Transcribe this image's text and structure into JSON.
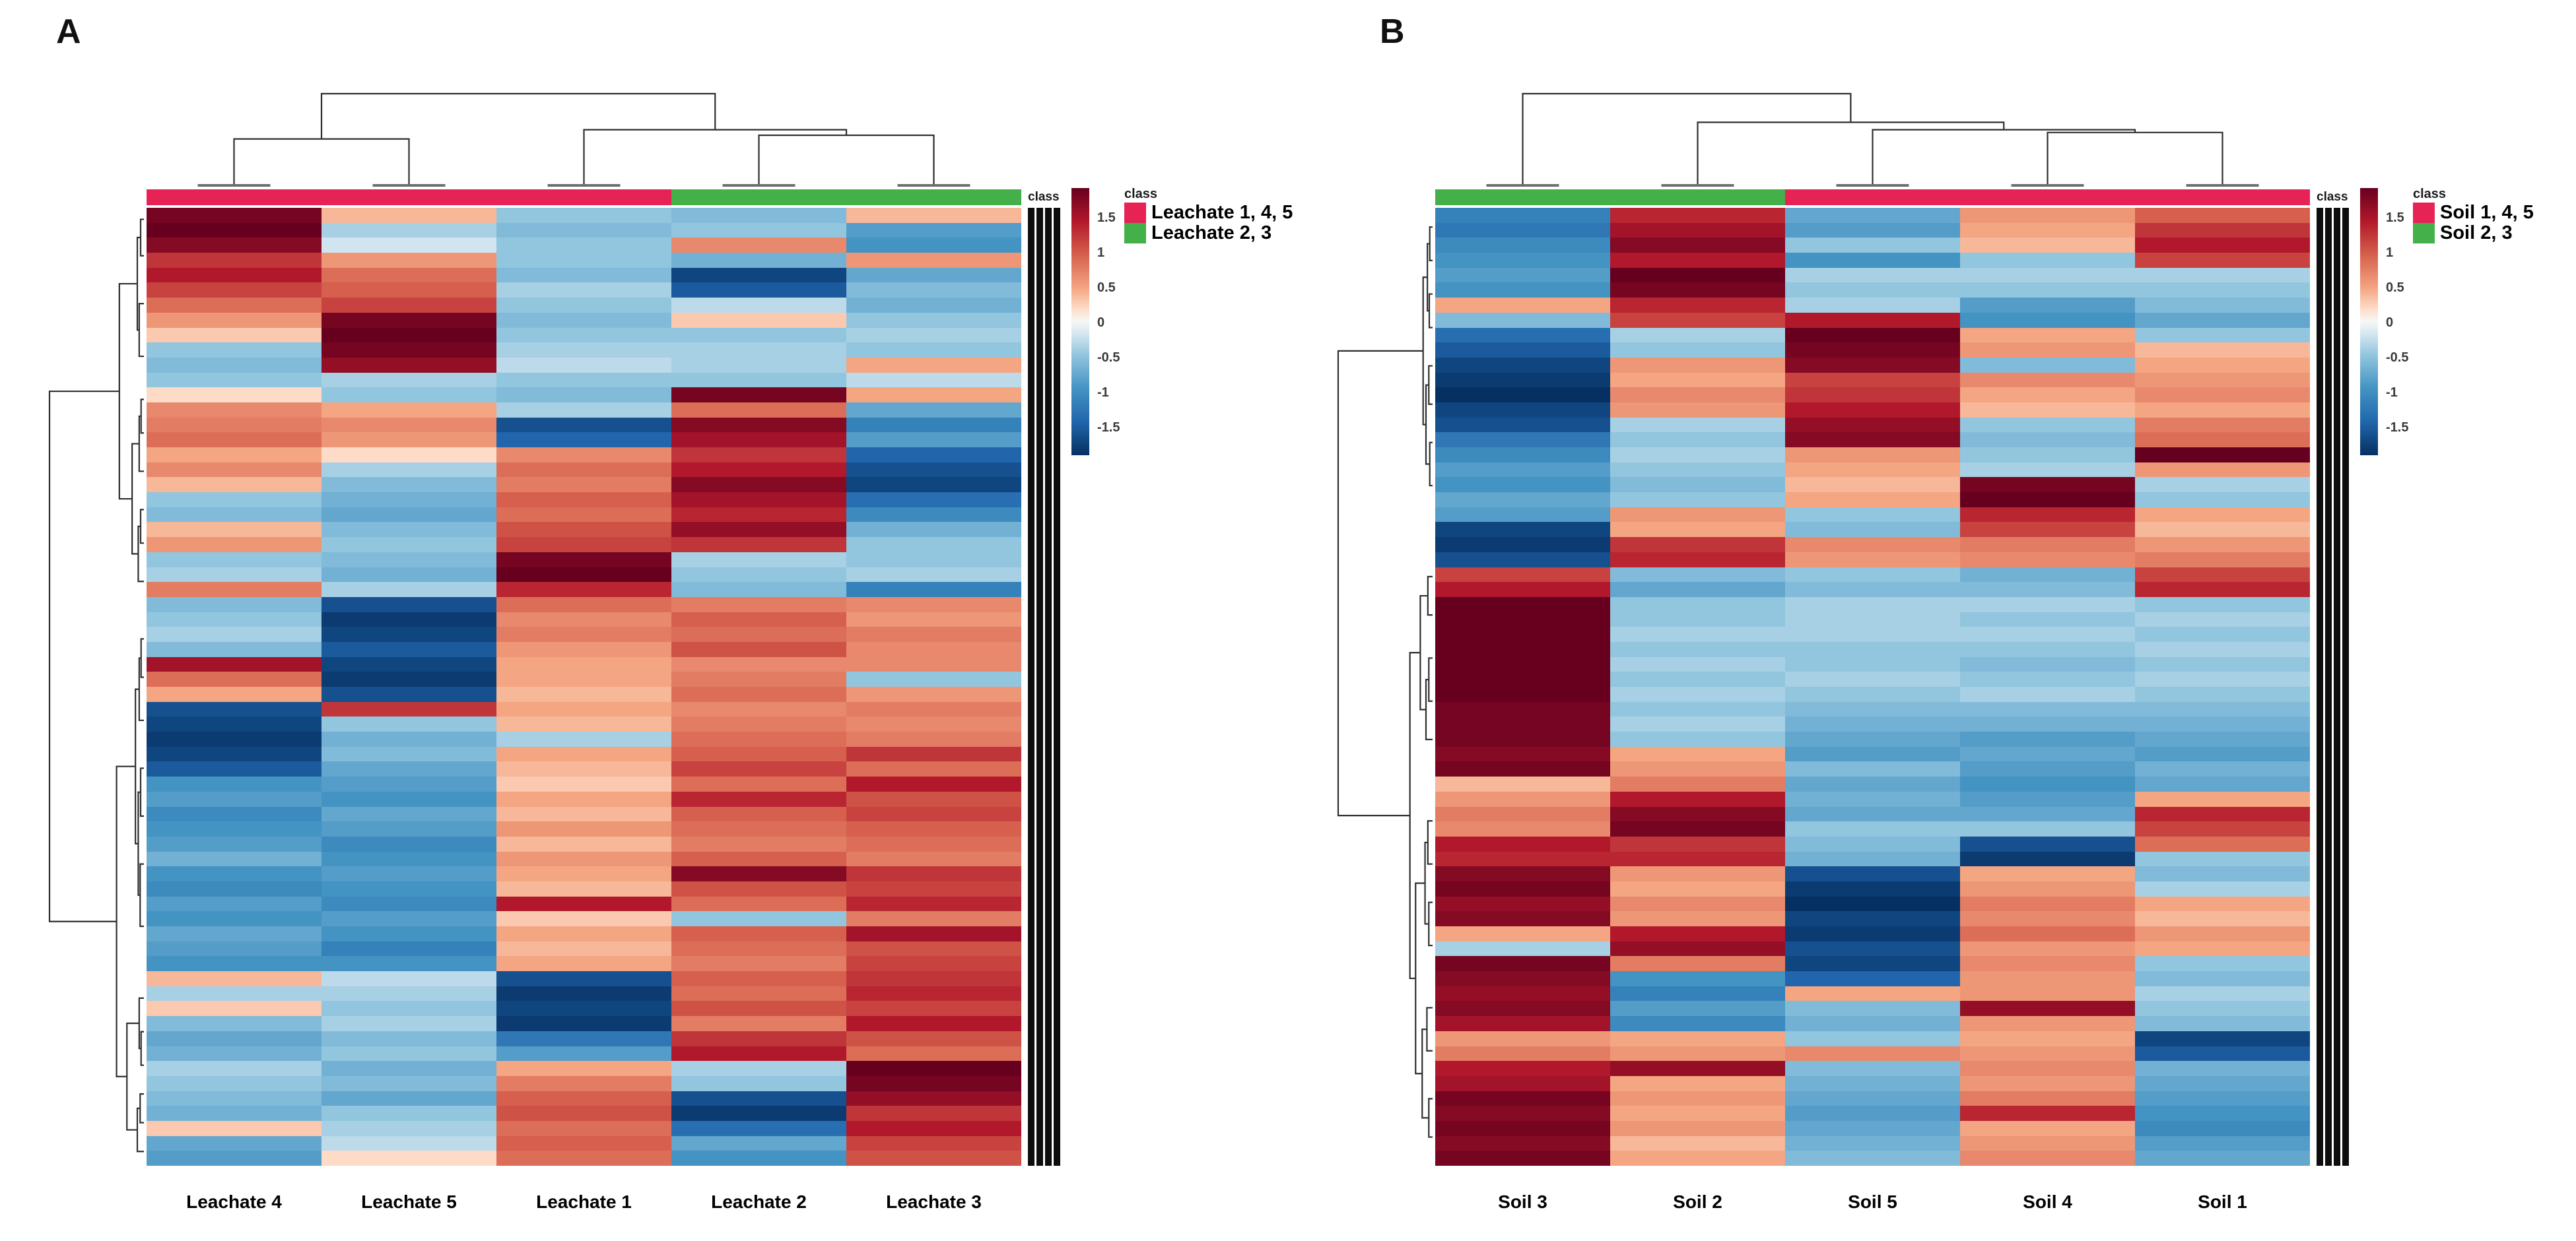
{
  "colors": {
    "class_red": "#e72355",
    "class_green": "#43b049",
    "heat_scale": [
      [
        -2,
        "#053061"
      ],
      [
        -1.5,
        "#2166ac"
      ],
      [
        -1,
        "#4393c3"
      ],
      [
        -0.5,
        "#92c5de"
      ],
      [
        -0.2,
        "#d1e5f0"
      ],
      [
        0,
        "#f7f7f7"
      ],
      [
        0.2,
        "#fddbc7"
      ],
      [
        0.5,
        "#f4a582"
      ],
      [
        1,
        "#d6604d"
      ],
      [
        1.5,
        "#b2182b"
      ],
      [
        2,
        "#67001f"
      ]
    ]
  },
  "scale_ticks": [
    {
      "label": "1.5",
      "value": 1.5
    },
    {
      "label": "1",
      "value": 1
    },
    {
      "label": "0.5",
      "value": 0.5
    },
    {
      "label": "0",
      "value": 0
    },
    {
      "label": "-0.5",
      "value": -0.5
    },
    {
      "label": "-1",
      "value": -1
    },
    {
      "label": "-1.5",
      "value": -1.5
    }
  ],
  "chart_data": [
    {
      "type": "heatmap",
      "panel_label": "A",
      "columns": [
        "Leachate 4",
        "Leachate 5",
        "Leachate 1",
        "Leachate 2",
        "Leachate 3"
      ],
      "annotation_label": "class",
      "legend_title": "class",
      "legend": [
        {
          "class_key": "class_red",
          "label": "Leachate 1, 4, 5"
        },
        {
          "class_key": "class_green",
          "label": "Leachate 2, 3"
        }
      ],
      "class_bar": [
        {
          "class_key": "class_red",
          "cols": 3
        },
        {
          "class_key": "class_green",
          "cols": 2
        }
      ],
      "zlim": [
        -2,
        2
      ],
      "col_dendrogram": [
        1,
        [
          0.51,
          0.1,
          0.3
        ],
        [
          0.61,
          0.5,
          [
            0.55,
            0.7,
            0.9
          ]
        ]
      ],
      "row_dendrogram": [
        1,
        [
          0.26,
          [
            0.07,
            [
              0.035,
              0.012,
              0.05
            ],
            [
              0.05,
              0.1,
              0.155
            ]
          ],
          [
            0.125,
            [
              0.05,
              [
                0.03,
                0.2,
                0.235
              ],
              0.275
            ],
            [
              0.06,
              [
                0.035,
                0.315,
                0.35
              ],
              0.39
            ]
          ]
        ],
        [
          0.29,
          [
            0.09,
            [
              0.05,
              [
                0.03,
                0.45,
                0.49
              ],
              0.535
            ],
            [
              0.06,
              [
                0.035,
                0.585,
                0.635
              ],
              [
                0.04,
                0.685,
                0.75
              ]
            ]
          ],
          [
            0.18,
            [
              0.05,
              0.825,
              [
                0.03,
                0.86,
                0.895
              ]
            ],
            [
              0.07,
              [
                0.04,
                0.925,
                0.955
              ],
              0.985
            ]
          ]
        ]
      ],
      "values": [
        [
          1.9,
          0.4,
          -0.5,
          -0.6,
          0.4
        ],
        [
          2.0,
          -0.4,
          -0.6,
          -0.5,
          -0.9
        ],
        [
          1.8,
          -0.2,
          -0.5,
          0.7,
          -1.0
        ],
        [
          1.3,
          0.6,
          -0.5,
          -0.7,
          0.6
        ],
        [
          1.5,
          0.9,
          -0.6,
          -1.8,
          -0.8
        ],
        [
          1.2,
          1.0,
          -0.4,
          -1.6,
          -0.6
        ],
        [
          0.9,
          1.2,
          -0.5,
          -0.3,
          -0.7
        ],
        [
          0.6,
          1.9,
          -0.6,
          0.3,
          -0.5
        ],
        [
          0.3,
          2.0,
          -0.5,
          -0.5,
          -0.4
        ],
        [
          -0.5,
          1.9,
          -0.4,
          -0.4,
          -0.5
        ],
        [
          -0.6,
          1.7,
          -0.3,
          -0.4,
          0.5
        ],
        [
          -0.5,
          -0.4,
          -0.5,
          -0.5,
          -0.3
        ],
        [
          0.2,
          -0.5,
          -0.6,
          1.9,
          0.5
        ],
        [
          0.7,
          0.5,
          -0.4,
          0.9,
          -0.8
        ],
        [
          0.8,
          0.7,
          -1.7,
          1.8,
          -1.2
        ],
        [
          0.9,
          0.6,
          -1.5,
          1.6,
          -0.9
        ],
        [
          0.5,
          0.2,
          0.7,
          1.3,
          -1.5
        ],
        [
          0.7,
          -0.4,
          0.9,
          1.5,
          -1.7
        ],
        [
          0.4,
          -0.6,
          0.8,
          1.8,
          -1.8
        ],
        [
          -0.5,
          -0.7,
          1.0,
          1.6,
          -1.4
        ],
        [
          -0.6,
          -0.8,
          0.9,
          1.4,
          -1.1
        ],
        [
          0.4,
          -0.6,
          1.1,
          1.7,
          -0.7
        ],
        [
          0.6,
          -0.5,
          1.2,
          1.3,
          -0.5
        ],
        [
          -0.5,
          -0.6,
          1.9,
          -0.4,
          -0.5
        ],
        [
          -0.4,
          -0.7,
          2.0,
          -0.5,
          -0.4
        ],
        [
          0.8,
          -0.4,
          1.4,
          -0.6,
          -1.2
        ],
        [
          -0.6,
          -1.7,
          0.9,
          0.8,
          0.7
        ],
        [
          -0.5,
          -1.9,
          0.7,
          1.0,
          0.6
        ],
        [
          -0.4,
          -1.8,
          0.8,
          0.9,
          0.8
        ],
        [
          -0.6,
          -1.6,
          0.6,
          1.1,
          0.7
        ],
        [
          1.6,
          -1.8,
          0.5,
          0.7,
          0.7
        ],
        [
          0.9,
          -1.9,
          0.5,
          0.8,
          -0.5
        ],
        [
          0.5,
          -1.7,
          0.4,
          0.9,
          0.6
        ],
        [
          -1.7,
          1.3,
          0.5,
          0.7,
          0.8
        ],
        [
          -1.8,
          -0.5,
          0.4,
          0.8,
          0.7
        ],
        [
          -1.9,
          -0.7,
          -0.4,
          0.9,
          0.8
        ],
        [
          -1.8,
          -0.6,
          0.5,
          1.0,
          1.3
        ],
        [
          -1.6,
          -0.8,
          0.4,
          1.2,
          0.9
        ],
        [
          -1.0,
          -0.9,
          0.3,
          0.9,
          1.5
        ],
        [
          -0.9,
          -1.0,
          0.5,
          1.4,
          1.1
        ],
        [
          -1.1,
          -0.8,
          0.4,
          1.0,
          1.2
        ],
        [
          -1.0,
          -0.9,
          0.6,
          0.9,
          1.0
        ],
        [
          -0.9,
          -1.1,
          0.4,
          0.8,
          0.9
        ],
        [
          -0.7,
          -1.0,
          0.6,
          1.0,
          0.8
        ],
        [
          -1.0,
          -0.9,
          0.5,
          1.8,
          1.3
        ],
        [
          -1.1,
          -1.0,
          0.4,
          1.1,
          1.2
        ],
        [
          -0.9,
          -1.1,
          1.5,
          0.9,
          1.4
        ],
        [
          -1.0,
          -0.9,
          0.3,
          -0.5,
          0.8
        ],
        [
          -0.8,
          -1.0,
          0.5,
          1.0,
          1.6
        ],
        [
          -0.9,
          -1.2,
          0.4,
          0.9,
          1.1
        ],
        [
          -1.0,
          -1.0,
          0.5,
          0.8,
          1.2
        ],
        [
          0.4,
          -0.3,
          -1.7,
          1.0,
          1.3
        ],
        [
          -0.4,
          -0.4,
          -1.9,
          0.9,
          1.4
        ],
        [
          0.3,
          -0.5,
          -1.8,
          1.1,
          1.2
        ],
        [
          -0.6,
          -0.4,
          -1.9,
          0.8,
          1.5
        ],
        [
          -0.8,
          -0.6,
          -1.3,
          1.3,
          1.1
        ],
        [
          -0.7,
          -0.5,
          -0.9,
          1.5,
          0.9
        ],
        [
          -0.4,
          -0.7,
          0.5,
          -0.4,
          2.0
        ],
        [
          -0.5,
          -0.6,
          0.8,
          -0.5,
          1.9
        ],
        [
          -0.6,
          -0.8,
          1.0,
          -1.7,
          1.7
        ],
        [
          -0.7,
          -0.5,
          1.1,
          -1.9,
          1.3
        ],
        [
          0.3,
          -0.4,
          0.9,
          -1.4,
          1.5
        ],
        [
          -0.8,
          -0.3,
          1.0,
          -0.8,
          1.2
        ],
        [
          -0.9,
          0.2,
          0.9,
          -1.0,
          1.1
        ]
      ]
    },
    {
      "type": "heatmap",
      "panel_label": "B",
      "columns": [
        "Soil 3",
        "Soil 2",
        "Soil 5",
        "Soil 4",
        "Soil 1"
      ],
      "annotation_label": "class",
      "legend_title": "class",
      "legend": [
        {
          "class_key": "class_red",
          "label": "Soil 1, 4, 5"
        },
        {
          "class_key": "class_green",
          "label": "Soil 2, 3"
        }
      ],
      "class_bar": [
        {
          "class_key": "class_green",
          "cols": 2
        },
        {
          "class_key": "class_red",
          "cols": 3
        }
      ],
      "zlim": [
        -2,
        2
      ],
      "col_dendrogram": [
        1,
        0.1,
        [
          0.69,
          0.3,
          [
            0.61,
            0.5,
            [
              0.58,
              0.7,
              0.9
            ]
          ]
        ]
      ],
      "row_dendrogram": [
        1,
        [
          0.1,
          [
            0.055,
            [
              0.03,
              0.02,
              0.055
            ],
            [
              0.035,
              0.09,
              0.125
            ]
          ],
          [
            0.07,
            [
              0.04,
              0.165,
              0.205
            ],
            [
              0.03,
              0.245,
              0.29
            ]
          ]
        ],
        [
          0.24,
          [
            0.13,
            [
              0.05,
              0.385,
              0.425
            ],
            [
              0.07,
              [
                0.04,
                0.47,
                0.515
              ],
              0.555
            ]
          ],
          [
            0.18,
            [
              0.08,
              [
                0.05,
                0.64,
                0.685
              ],
              [
                0.04,
                0.725,
                0.77
              ]
            ],
            [
              0.11,
              [
                0.06,
                0.835,
                0.88
              ],
              [
                0.04,
                0.93,
                0.97
              ]
            ]
          ]
        ]
      ],
      "values": [
        [
          -1.2,
          1.4,
          -0.8,
          0.6,
          1.0
        ],
        [
          -1.3,
          1.6,
          -0.9,
          0.5,
          1.3
        ],
        [
          -1.1,
          1.8,
          -0.5,
          0.4,
          1.5
        ],
        [
          -1.0,
          1.5,
          -1.0,
          -0.5,
          1.2
        ],
        [
          -0.9,
          2.0,
          -0.4,
          -0.4,
          -0.4
        ],
        [
          -1.0,
          1.9,
          -0.5,
          -0.5,
          -0.5
        ],
        [
          0.5,
          1.4,
          -0.4,
          -0.9,
          -0.6
        ],
        [
          -0.6,
          1.2,
          1.5,
          -1.0,
          -0.8
        ],
        [
          -1.4,
          -0.4,
          2.0,
          0.5,
          -0.5
        ],
        [
          -1.6,
          -0.5,
          1.9,
          0.6,
          0.4
        ],
        [
          -1.8,
          0.6,
          1.8,
          -0.6,
          0.5
        ],
        [
          -1.9,
          0.5,
          1.2,
          0.7,
          0.6
        ],
        [
          -2.0,
          0.7,
          1.3,
          0.5,
          0.7
        ],
        [
          -1.8,
          0.6,
          1.5,
          0.4,
          0.5
        ],
        [
          -1.7,
          -0.4,
          1.7,
          -0.5,
          0.8
        ],
        [
          -1.3,
          -0.5,
          1.8,
          -0.6,
          0.9
        ],
        [
          -1.1,
          -0.4,
          0.6,
          -0.5,
          2.0
        ],
        [
          -0.9,
          -0.5,
          0.5,
          -0.4,
          0.6
        ],
        [
          -1.0,
          -0.6,
          0.4,
          1.9,
          -0.4
        ],
        [
          -0.8,
          -0.5,
          0.5,
          2.0,
          -0.5
        ],
        [
          -0.9,
          0.6,
          -0.5,
          1.4,
          0.5
        ],
        [
          -1.8,
          0.5,
          -0.6,
          1.2,
          0.4
        ],
        [
          -1.9,
          1.3,
          0.7,
          0.8,
          0.6
        ],
        [
          -1.7,
          1.4,
          0.6,
          0.7,
          0.8
        ],
        [
          1.2,
          -0.6,
          -0.5,
          -0.7,
          1.2
        ],
        [
          1.5,
          -0.8,
          -0.6,
          -0.6,
          1.4
        ],
        [
          2.0,
          -0.5,
          -0.4,
          -0.4,
          -0.5
        ],
        [
          2.0,
          -0.5,
          -0.4,
          -0.5,
          -0.4
        ],
        [
          2.0,
          -0.4,
          -0.4,
          -0.4,
          -0.5
        ],
        [
          2.0,
          -0.5,
          -0.5,
          -0.5,
          -0.4
        ],
        [
          2.0,
          -0.4,
          -0.5,
          -0.6,
          -0.5
        ],
        [
          2.0,
          -0.5,
          -0.4,
          -0.5,
          -0.4
        ],
        [
          2.0,
          -0.4,
          -0.5,
          -0.4,
          -0.5
        ],
        [
          1.9,
          -0.5,
          -0.6,
          -0.6,
          -0.6
        ],
        [
          1.9,
          -0.4,
          -0.7,
          -0.7,
          -0.7
        ],
        [
          1.9,
          -0.5,
          -0.8,
          -0.9,
          -0.8
        ],
        [
          1.8,
          0.5,
          -0.9,
          -0.8,
          -0.9
        ],
        [
          1.9,
          0.6,
          -0.6,
          -0.9,
          -0.7
        ],
        [
          0.4,
          0.8,
          -0.8,
          -1.0,
          -0.8
        ],
        [
          0.6,
          1.5,
          -0.7,
          -0.9,
          0.5
        ],
        [
          0.8,
          1.8,
          -0.8,
          -0.8,
          1.4
        ],
        [
          0.7,
          1.9,
          -0.5,
          -0.5,
          1.2
        ],
        [
          1.5,
          1.3,
          -0.6,
          -1.7,
          0.9
        ],
        [
          1.4,
          1.4,
          -0.7,
          -1.9,
          -0.5
        ],
        [
          1.8,
          0.6,
          -1.7,
          0.5,
          -0.6
        ],
        [
          1.9,
          0.5,
          -1.9,
          0.6,
          -0.4
        ],
        [
          1.7,
          0.7,
          -2.0,
          0.8,
          0.5
        ],
        [
          1.8,
          0.6,
          -1.8,
          0.7,
          0.4
        ],
        [
          0.5,
          1.5,
          -1.9,
          0.9,
          0.6
        ],
        [
          -0.4,
          1.7,
          -1.7,
          0.6,
          0.5
        ],
        [
          1.9,
          0.8,
          -1.8,
          0.7,
          -0.5
        ],
        [
          1.8,
          -1.0,
          -1.5,
          0.6,
          -0.6
        ],
        [
          1.7,
          -1.2,
          0.5,
          0.6,
          -0.4
        ],
        [
          1.8,
          -0.9,
          -0.6,
          1.7,
          -0.5
        ],
        [
          1.6,
          -1.1,
          -0.7,
          0.6,
          -0.6
        ],
        [
          0.6,
          0.5,
          -0.5,
          0.5,
          -1.8
        ],
        [
          0.8,
          0.6,
          0.7,
          0.6,
          -1.6
        ],
        [
          1.5,
          1.7,
          -0.6,
          0.7,
          -0.7
        ],
        [
          1.6,
          0.5,
          -0.7,
          0.6,
          -0.8
        ],
        [
          1.9,
          0.6,
          -0.8,
          0.8,
          -0.9
        ],
        [
          1.8,
          0.5,
          -0.9,
          1.4,
          -1.0
        ],
        [
          1.9,
          0.6,
          -0.8,
          0.5,
          -1.1
        ],
        [
          1.8,
          0.4,
          -0.7,
          0.6,
          -0.9
        ],
        [
          1.9,
          0.5,
          -0.6,
          0.7,
          -0.8
        ]
      ]
    }
  ]
}
